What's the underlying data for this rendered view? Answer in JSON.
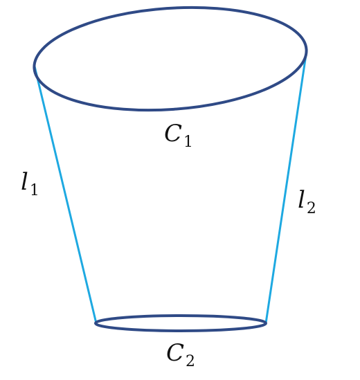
{
  "diagram": {
    "colors": {
      "ellipse_stroke": "#2F4A86",
      "side_stroke": "#1EA9E1",
      "text": "#111111"
    },
    "labels": {
      "c1": {
        "base": "C",
        "sub": "1"
      },
      "c2": {
        "base": "C",
        "sub": "2"
      },
      "l1": {
        "base": "l",
        "sub": "1"
      },
      "l2": {
        "base": "l",
        "sub": "2"
      }
    }
  }
}
